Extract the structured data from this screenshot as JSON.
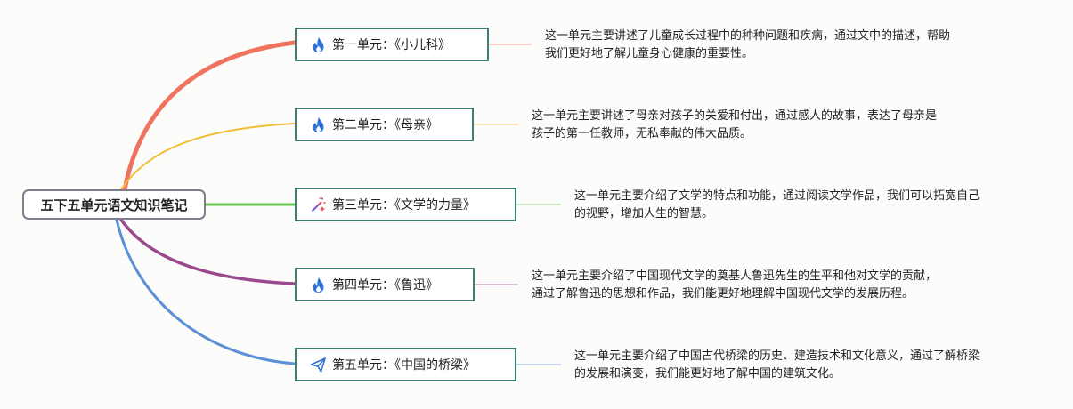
{
  "root": {
    "title": "五下五单元语文知识笔记"
  },
  "branches": [
    {
      "label": "第一单元：《小儿科》",
      "icon": "fire-icon",
      "color": "#f07360",
      "description_lines": [
        "这一单元主要讲述了儿童成长过程中的种种问题和疾病，通过文中的描述，帮助",
        "我们更好地了解儿童身心健康的重要性。"
      ]
    },
    {
      "label": "第二单元：《母亲》",
      "icon": "fire-icon",
      "color": "#f2bd35",
      "description_lines": [
        "这一单元主要讲述了母亲对孩子的关爱和付出，通过感人的故事，表达了母亲是",
        "孩子的第一任教师，无私奉献的伟大品质。"
      ]
    },
    {
      "label": "第三单元：《文学的力量》",
      "icon": "magic-wand-icon",
      "color": "#6bc452",
      "description_lines": [
        "这一单元主要介绍了文学的特点和功能，通过阅读文学作品，我们可以拓宽自己",
        "的视野，增加人生的智慧。"
      ]
    },
    {
      "label": "第四单元：《鲁迅》",
      "icon": "fire-icon",
      "color": "#9a4a8c",
      "description_lines": [
        "这一单元主要介绍了中国现代文学的奠基人鲁迅先生的生平和他对文学的贡献，",
        "通过了解鲁迅的思想和作品，我们能更好地理解中国现代文学的发展历程。"
      ]
    },
    {
      "label": "第五单元：《中国的桥梁》",
      "icon": "paper-plane-icon",
      "color": "#5b8fd6",
      "description_lines": [
        "这一单元主要介绍了中国古代桥梁的历史、建造技术和文化意义，通过了解桥梁",
        "的发展和演变，我们能更好地了解中国的建筑文化。"
      ]
    }
  ]
}
